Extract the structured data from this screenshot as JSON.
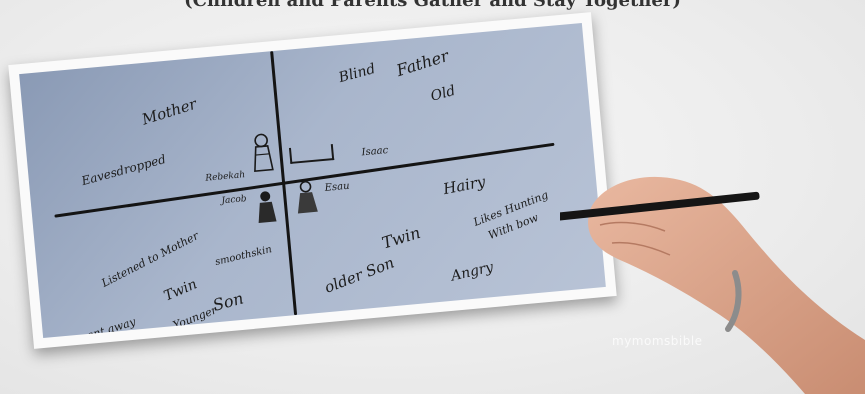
{
  "caption": "(Children and Parents Gather and Stay Together)",
  "board": {
    "top_left": {
      "mother": "Mother",
      "eavesdropped": "Eavesdropped",
      "rebekah": "Rebekah",
      "jacob": "Jacob"
    },
    "top_right": {
      "blind": "Blind",
      "father": "Father",
      "old": "Old",
      "isaac": "Isaac",
      "esau": "Esau"
    },
    "bottom_left": {
      "listened": "Listened to Mother",
      "smooth": "smoothskin",
      "twin": "Twin",
      "sent_away": "sent away",
      "younger": "Younger",
      "son": "Son"
    },
    "bottom_right": {
      "hairy": "Hairy",
      "likes": "Likes Hunting",
      "with_bow": "With bow",
      "twin": "Twin",
      "older_son": "older Son",
      "angry": "Angry"
    }
  },
  "watermark": "mymomsbible"
}
